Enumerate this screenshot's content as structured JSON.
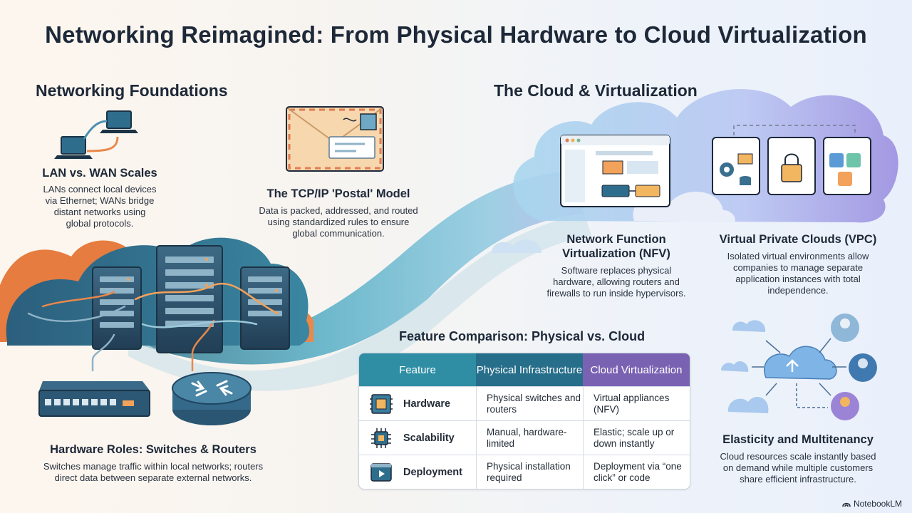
{
  "title": "Networking Reimagined: From Physical Hardware to Cloud Virtualization",
  "foundations": {
    "heading": "Networking Foundations",
    "lan_wan": {
      "title": "LAN vs. WAN Scales",
      "text": [
        "LANs connect local devices",
        "via Ethernet; WANs bridge",
        "distant networks using",
        "global protocols."
      ]
    },
    "tcpip": {
      "title": "The TCP/IP 'Postal' Model",
      "text": [
        "Data is packed, addressed, and routed",
        "using standardized rules to ensure",
        "global communication."
      ]
    },
    "hardware": {
      "title": "Hardware Roles: Switches & Routers",
      "text": [
        "Switches manage traffic within local networks; routers",
        "direct data between separate external networks."
      ]
    }
  },
  "cloud": {
    "heading": "The Cloud & Virtualization",
    "nfv": {
      "title": [
        "Network Function",
        "Virtualization (NFV)"
      ],
      "text": [
        "Software replaces physical",
        "hardware, allowing routers and",
        "firewalls to run inside hypervisors."
      ]
    },
    "vpc": {
      "title": "Virtual Private Clouds (VPC)",
      "text": [
        "Isolated virtual environments allow",
        "companies to manage separate",
        "application instances with total",
        "independence."
      ]
    },
    "elasticity": {
      "title": "Elasticity and Multitenancy",
      "text": [
        "Cloud resources scale instantly based",
        "on demand while multiple customers",
        "share efficient infrastructure."
      ]
    }
  },
  "comparison": {
    "title": "Feature Comparison: Physical vs. Cloud",
    "headers": [
      "Feature",
      "Physical Infrastructure",
      "Cloud Virtualization"
    ],
    "rows": [
      {
        "feature": "Hardware",
        "physical": "Physical switches and routers",
        "cloud": "Virtual appliances (NFV)",
        "icon": "circuit-board-icon"
      },
      {
        "feature": "Scalability",
        "physical": "Manual, hardware-limited",
        "cloud": "Elastic; scale up or down instantly",
        "icon": "chip-icon"
      },
      {
        "feature": "Deployment",
        "physical": "Physical installation required",
        "cloud": "Deployment via “one click” or code",
        "icon": "play-screen-icon"
      }
    ]
  },
  "brand": "NotebookLM",
  "colors": {
    "teal": "#2f8ea4",
    "dark_teal": "#276e8b",
    "purple": "#7a62b3",
    "orange": "#e9884a",
    "navy": "#1d2838"
  }
}
